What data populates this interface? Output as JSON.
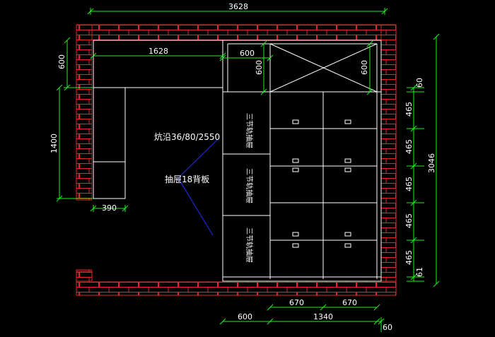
{
  "colors": {
    "background": "#000000",
    "wall": "#e8232a",
    "cabinet": "#ffffff",
    "dimension": "#21f021",
    "leader": "#1c28d8"
  },
  "dimensions": {
    "overall_width": "3628",
    "overall_height": "3046",
    "top_cabinet_width": "1628",
    "top_cabinet_depth": "600",
    "side_cabinet_length": "1400",
    "side_cabinet_width": "390",
    "box_width": "600",
    "box_height_left": "600",
    "box_height_right": "600",
    "gap_right": "60",
    "row_height_1": "465",
    "row_height_2": "465",
    "row_height_3": "465",
    "row_height_4": "465",
    "row_height_5": "465",
    "bottom_gap": "61",
    "drawer_width_a": "670",
    "drawer_width_b": "670",
    "bottom_left": "600",
    "bottom_mid": "1340",
    "bottom_right": "60"
  },
  "annotations": {
    "kang_edge": "炕沿36/80/2550",
    "drawer_back": "抽屉18背板"
  },
  "drawer_labels": [
    "三节轨抽屉",
    "三节轨抽屉",
    "三节轨抽屉"
  ]
}
